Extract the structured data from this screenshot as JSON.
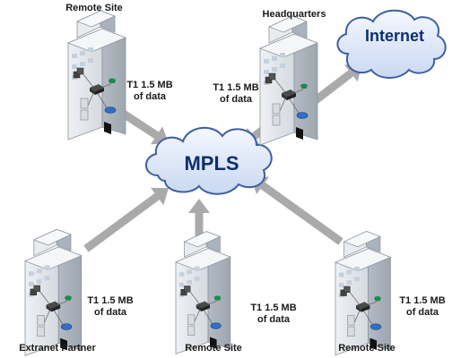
{
  "clouds": {
    "mpls": "MPLS",
    "internet": "Internet"
  },
  "sites": {
    "remote_site_top": "Remote Site",
    "headquarters": "Headquarters",
    "extranet_partner": "Extranet Partner",
    "remote_site_bottom_center": "Remote Site",
    "remote_site_bottom_right": "Remote Site"
  },
  "links": {
    "remote_site_top": [
      "T1 1.5 MB",
      "of data"
    ],
    "headquarters": [
      "T1 1.5 MB",
      "of data"
    ],
    "extranet_partner": [
      "T1 1.5 MB",
      "of data"
    ],
    "remote_site_bottom_center": [
      "T1 1.5 MB",
      "of data"
    ],
    "remote_site_bottom_right": [
      "T1 1.5 MB",
      "of data"
    ]
  },
  "colors": {
    "arrow": "#a9aaa9",
    "cloud_fill": "#e3ecfa",
    "cloud_stroke": "#3d5fa3",
    "cloud_text": "#0c2f6e",
    "building_front": "#e3e7ec",
    "building_side": "#b8bec6",
    "building_top": "#f4f6f8",
    "window": "#c4d0dd",
    "router": "#4a4a4a",
    "phone": "#1f8a4c",
    "disk": "#2f6fc7"
  }
}
